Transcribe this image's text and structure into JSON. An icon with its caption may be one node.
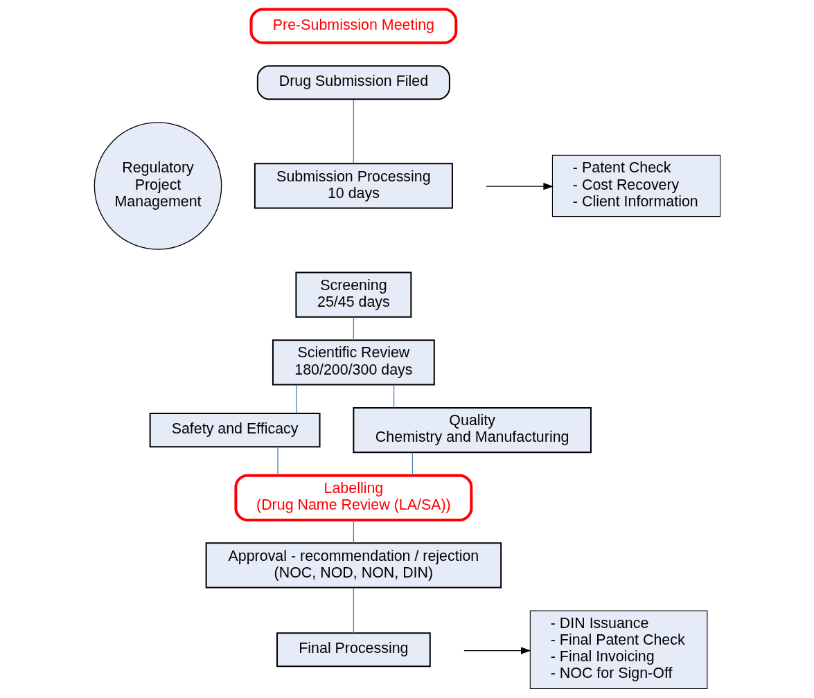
{
  "diagram": {
    "nodes": [
      {
        "text": [
          "Pre-Submission Meeting"
        ]
      },
      {
        "text": [
          "Drug Submission Filed"
        ]
      },
      {
        "text": [
          "Submission Processing",
          "10 days"
        ]
      },
      {
        "text": [
          "Screening",
          "25/45 days"
        ]
      },
      {
        "text": [
          "Scientific Review",
          "180/200/300 days"
        ]
      },
      {
        "text": [
          "Safety and Efficacy"
        ]
      },
      {
        "text": [
          "Quality",
          "Chemistry and Manufacturing"
        ]
      },
      {
        "text": [
          "Labelling",
          "(Drug Name Review (LA/SA))"
        ]
      },
      {
        "text": [
          "Approval - recommendation / rejection",
          "(NOC, NOD, NON, DIN)"
        ]
      },
      {
        "text": [
          "Final Processing"
        ]
      },
      {
        "text": [
          "Regulatory Project Management"
        ]
      },
      {
        "text": [
          "- Patent Check",
          "- Cost Recovery",
          "- Client Information"
        ]
      },
      {
        "text": [
          "- DIN Issuance",
          "- Final Patent Check",
          "- Final Invoicing",
          "- NOC for Sign-Off"
        ]
      }
    ],
    "edges": [
      {
        "from": 1,
        "to": 2,
        "arrow": "none"
      },
      {
        "from": 3,
        "to": 4,
        "arrow": "none"
      },
      {
        "from": 4,
        "to": 5,
        "arrow": "none"
      },
      {
        "from": 4,
        "to": 6,
        "arrow": "none"
      },
      {
        "from": 5,
        "to": 7,
        "arrow": "none"
      },
      {
        "from": 6,
        "to": 7,
        "arrow": "none"
      },
      {
        "from": 7,
        "to": 8,
        "arrow": "none"
      },
      {
        "from": 8,
        "to": 9,
        "arrow": "none"
      },
      {
        "from": null,
        "to": 11,
        "arrow": "to",
        "color": "#000000"
      },
      {
        "from": null,
        "to": 12,
        "arrow": "to",
        "color": "#000000"
      }
    ]
  }
}
